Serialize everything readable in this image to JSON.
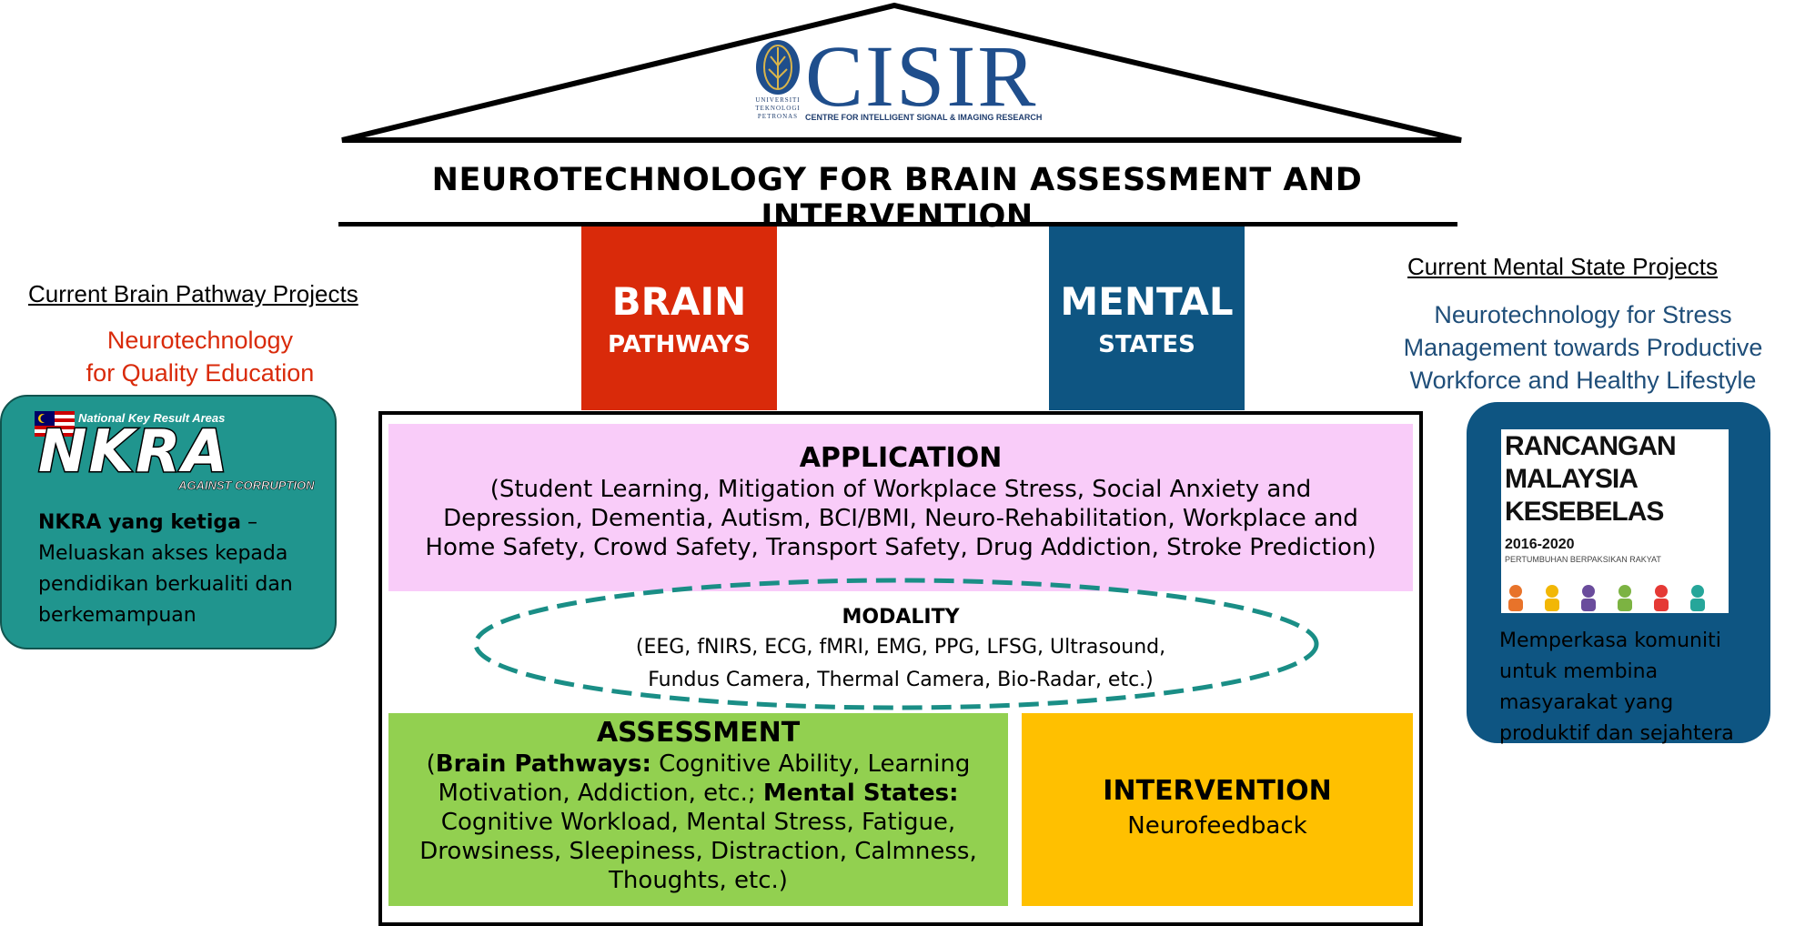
{
  "logo": {
    "name": "CISIR",
    "subtitle": "CENTRE FOR INTELLIGENT SIGNAL & IMAGING RESEARCH",
    "university": "UNIVERSITI TEKNOLOGI PETRONAS"
  },
  "main_title": "NEUROTECHNOLOGY FOR BRAIN ASSESSMENT AND INTERVENTION",
  "pillars": {
    "brain": {
      "line1": "BRAIN",
      "line2": "PATHWAYS"
    },
    "mental": {
      "line1": "MENTAL",
      "line2": "STATES"
    }
  },
  "application": {
    "title": "APPLICATION",
    "lines": [
      "(Student Learning, Mitigation of Workplace Stress, Social Anxiety and",
      "Depression, Dementia, Autism, BCI/BMI, Neuro-Rehabilitation, Workplace and",
      "Home Safety, Crowd Safety, Transport Safety, Drug Addiction, Stroke Prediction)"
    ]
  },
  "modality": {
    "title": "MODALITY",
    "line1": "(EEG, fNIRS, ECG, fMRI, EMG, PPG, LFSG, Ultrasound,",
    "line2": "Fundus Camera, Thermal Camera, Bio-Radar, etc.)"
  },
  "assessment": {
    "title": "ASSESSMENT",
    "open": "(",
    "brain_label": "Brain Pathways:",
    "brain_text": " Cognitive Ability, Learning Motivation, Addiction, etc.; ",
    "mental_label": "Mental States:",
    "mental_text": " Cognitive Workload, Mental Stress, Fatigue, Drowsiness, Sleepiness, Distraction, Calmness, Thoughts, etc.)"
  },
  "intervention": {
    "title": "INTERVENTION",
    "body": "Neurofeedback"
  },
  "left_panel": {
    "heading": "Current Brain Pathway Projects",
    "project_line1": "Neurotechnology",
    "project_line2": "for Quality Education",
    "logo_small": "National Key Result Areas",
    "logo_big": "NKRA",
    "logo_tag": "AGAINST CORRUPTION",
    "card_bold": "NKRA yang ketiga",
    "card_rest": " – Meluaskan akses kepada pendidikan berkualiti dan berkemampuan"
  },
  "right_panel": {
    "heading": "Current Mental State Projects",
    "project_line1": "Neurotechnology for Stress",
    "project_line2": "Management towards Productive",
    "project_line3": "Workforce and Healthy Lifestyle",
    "poster_line1": "RANCANGAN",
    "poster_line2": "MALAYSIA",
    "poster_line3": "KESEBELAS",
    "poster_years": "2016-2020",
    "poster_slogan": "PERTUMBUHAN BERPAKSIKAN RAKYAT",
    "card_text": "Memperkasa komuniti untuk membina masyarakat yang produktif dan sejahtera"
  },
  "colors": {
    "brain_red": "#d92a0a",
    "mental_blue": "#0e5582",
    "application_pink": "#f9ccf9",
    "assessment_green": "#92d050",
    "intervention_yellow": "#ffc000",
    "ellipse_teal": "#1a8e86",
    "nkra_teal": "#20958e"
  }
}
